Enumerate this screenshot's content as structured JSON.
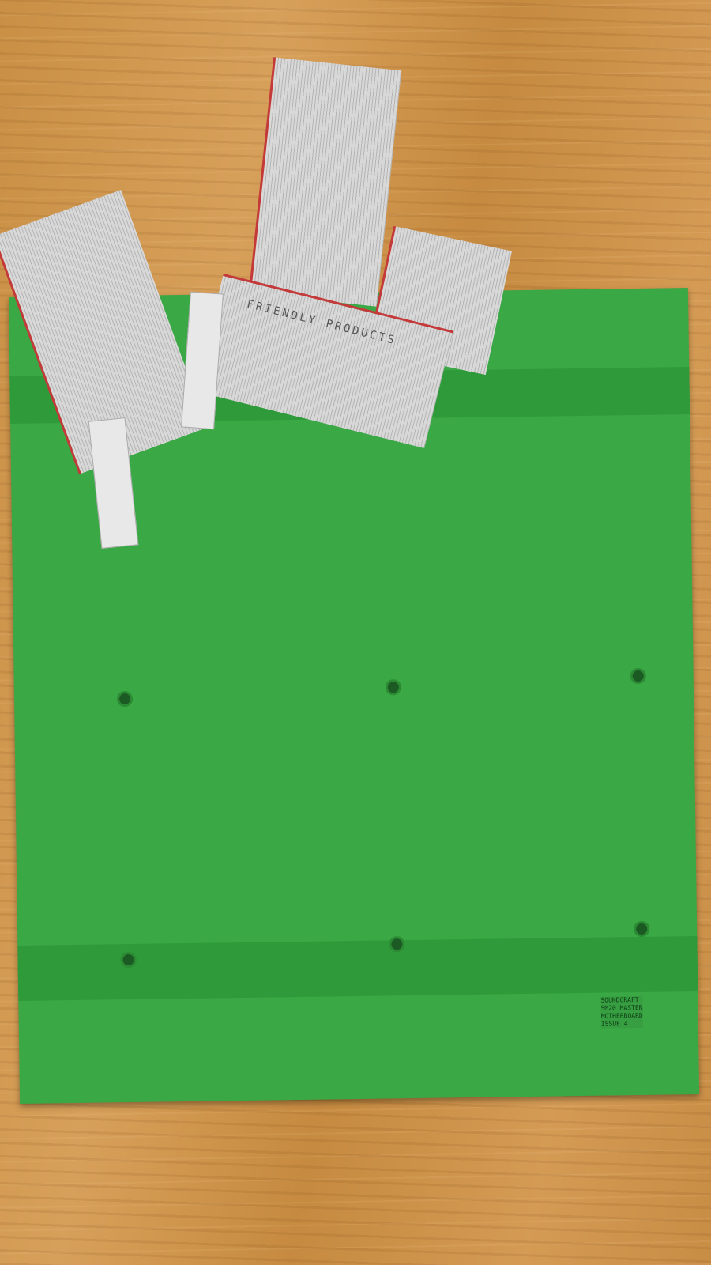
{
  "board_label": [
    "SOUNDCRAFT",
    "SM20 MASTER",
    "MOTHERBOARD",
    "ISSUE 4"
  ],
  "ribbon_text": "FRIENDLY PRODUCTS",
  "colors": {
    "wood": "#d29a55",
    "pcb": "#3aa845",
    "ribbon": "#d8d8d8"
  }
}
